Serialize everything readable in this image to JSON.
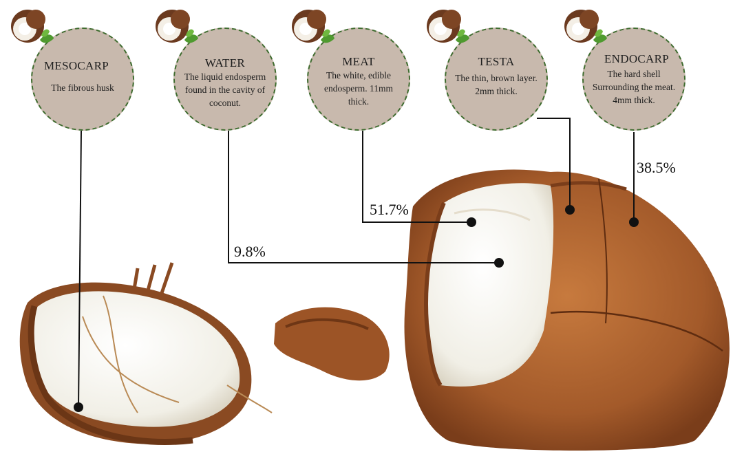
{
  "parts": [
    {
      "id": "mesocarp",
      "title": "MESOCARP",
      "description": "The fibrous husk"
    },
    {
      "id": "water",
      "title": "WATER",
      "description": "The liquid endosperm found in the cavity of coconut."
    },
    {
      "id": "meat",
      "title": "MEAT",
      "description": "The white, edible endosperm. 11mm thick."
    },
    {
      "id": "testa",
      "title": "TESTA",
      "description": "The thin, brown layer. 2mm thick."
    },
    {
      "id": "endocarp",
      "title": "ENDOCARP",
      "description": "The hard shell Surrounding the meat. 4mm thick."
    }
  ],
  "percentages": {
    "water": "9.8%",
    "meat": "51.7%",
    "endocarp": "38.5%"
  },
  "colors": {
    "circle_fill": "#c8b9ad",
    "circle_border": "#3e6b2e",
    "husk": "#a0562a",
    "meat": "#f7f5ef",
    "leaf": "#4f9a2f"
  },
  "icons": [
    "coconut-badge-icon"
  ]
}
